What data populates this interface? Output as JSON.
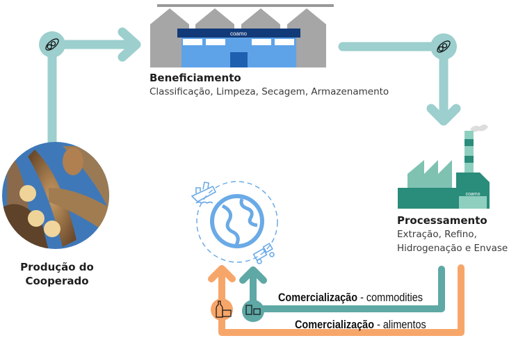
{
  "colors": {
    "teal_arrow": "#9ccfce",
    "teal_dark": "#5ea8a5",
    "orange": "#f7a66a",
    "blue_globe": "#6aaae6",
    "factory_teal": "#2a8c7a",
    "silo_gray": "#a6a6a6",
    "building_blue": "#5ea3e8"
  },
  "stages": {
    "producao": {
      "title_line1": "Produção do",
      "title_line2": "Cooperado"
    },
    "beneficiamento": {
      "title": "Beneficiamento",
      "subtitle": "Classificação, Limpeza, Secagem, Armazenamento",
      "logo": "coamo"
    },
    "processamento": {
      "title": "Processamento",
      "subtitle_line1": "Extração, Refino,",
      "subtitle_line2": "Hidrogenação e Envase",
      "logo": "coamo"
    }
  },
  "commerce": {
    "commodities": {
      "bold": "Comercialização",
      "rest": " - commodities"
    },
    "alimentos": {
      "bold": "Comercialização",
      "rest": " - alimentos"
    }
  },
  "icons": [
    "soybean-icon",
    "soybean-icon",
    "ship-icon",
    "globe-icon",
    "truck-icon",
    "bottle-icon",
    "container-icon"
  ]
}
